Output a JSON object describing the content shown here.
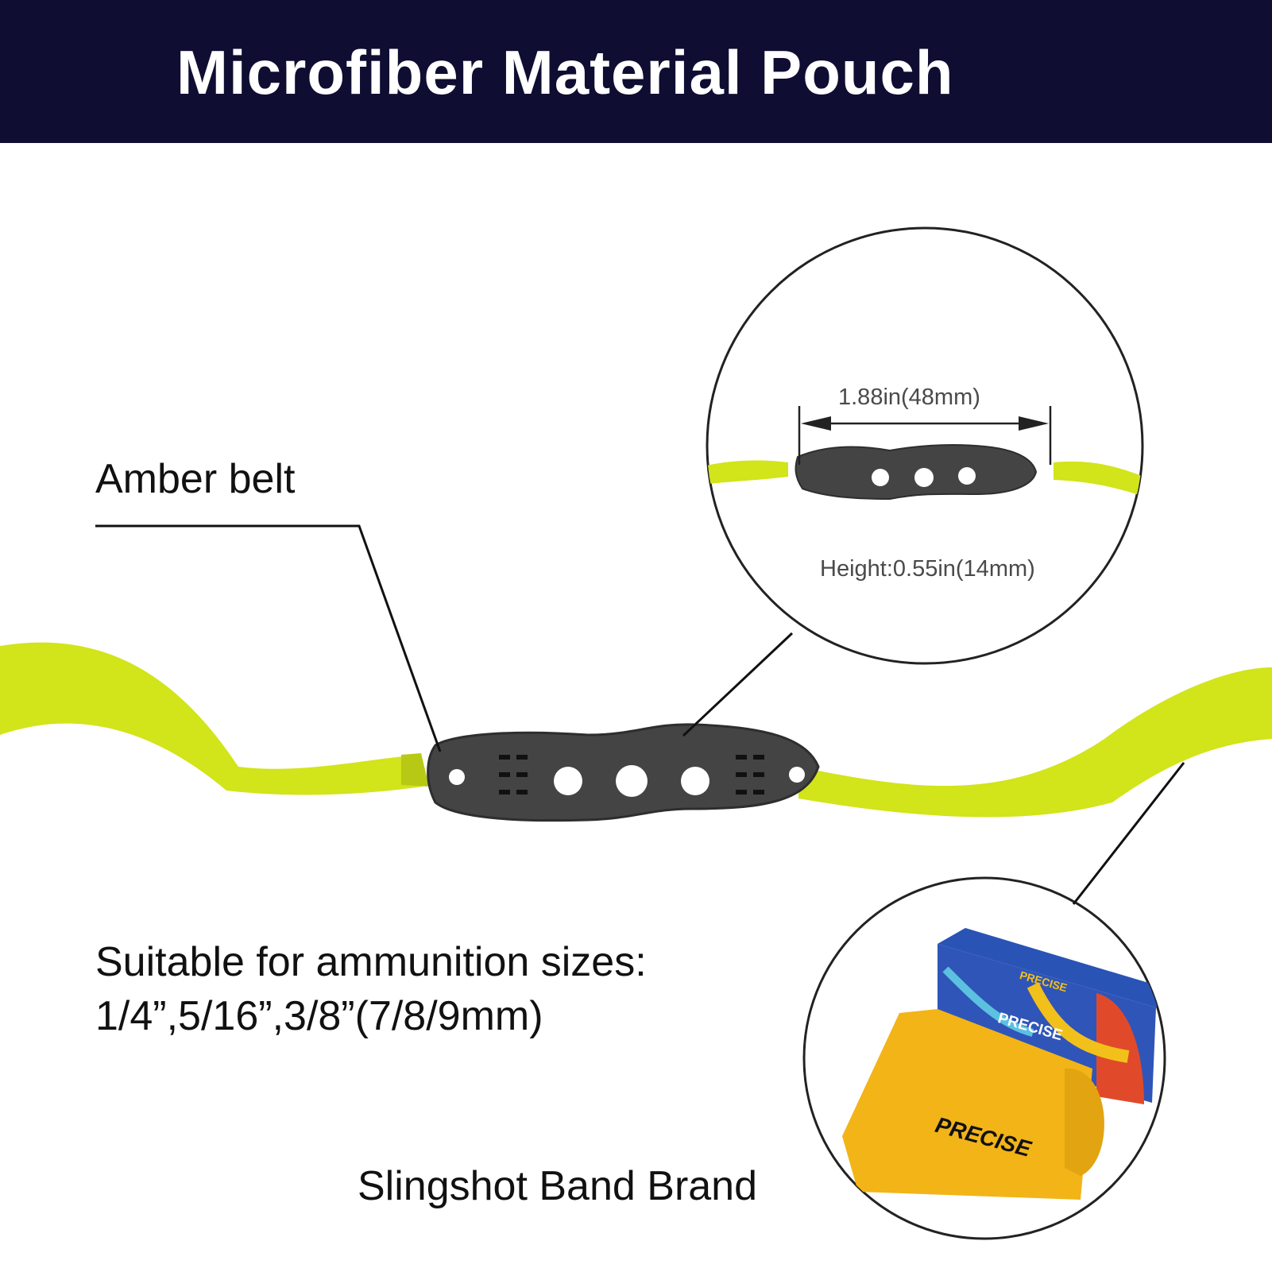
{
  "banner": {
    "title": "Microfiber Material Pouch",
    "background": "#0f0d32"
  },
  "callouts": {
    "amber_belt": "Amber belt",
    "ammo_line1": "Suitable for ammunition sizes:",
    "ammo_line2": "1/4”,5/16”,3/8”(7/8/9mm)",
    "brand": "Slingshot Band Brand"
  },
  "zoom_inset": {
    "width_label": "1.88in(48mm)",
    "height_label": "Height:0.55in(14mm)"
  },
  "product_box": {
    "logo_box_top": "PRECISE",
    "logo_box_front": "PRECISE",
    "logo_band": "PRECISE"
  },
  "colors": {
    "band": "#d2e41a",
    "pouch": "#444444",
    "roll": "#f2b417",
    "box": "#2a53b6"
  }
}
